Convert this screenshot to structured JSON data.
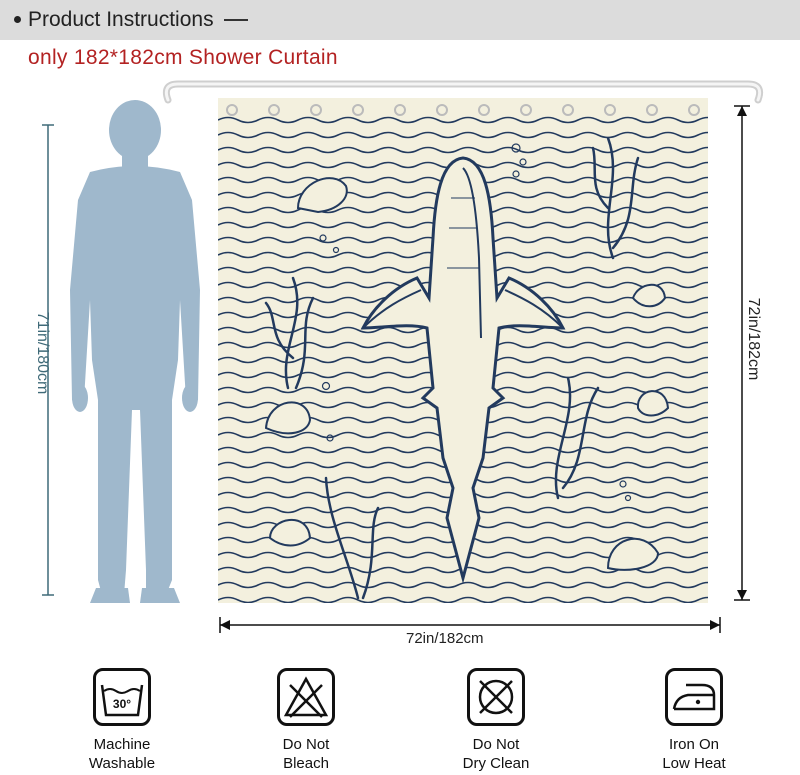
{
  "header": {
    "title": "Product Instructions"
  },
  "subtitle": "only 182*182cm Shower Curtain",
  "dimensions": {
    "height_person": "71in/180cm",
    "height_curtain": "72in/182cm",
    "width_curtain": "72in/182cm"
  },
  "care": [
    {
      "line1": "Machine",
      "line2": "Washable",
      "badge": "30°",
      "icon": "wash-30-icon"
    },
    {
      "line1": "Do Not",
      "line2": "Bleach",
      "icon": "no-bleach-icon"
    },
    {
      "line1": "Do Not",
      "line2": "Dry Clean",
      "icon": "no-dry-clean-icon"
    },
    {
      "line1": "Iron On",
      "line2": "Low Heat",
      "icon": "iron-low-heat-icon"
    }
  ],
  "colors": {
    "header_bg": "#dcdcdc",
    "subtitle": "#b32222",
    "person": "#9fb8cc",
    "curtain_bg": "#f3f0de",
    "ink": "#223a5e"
  }
}
